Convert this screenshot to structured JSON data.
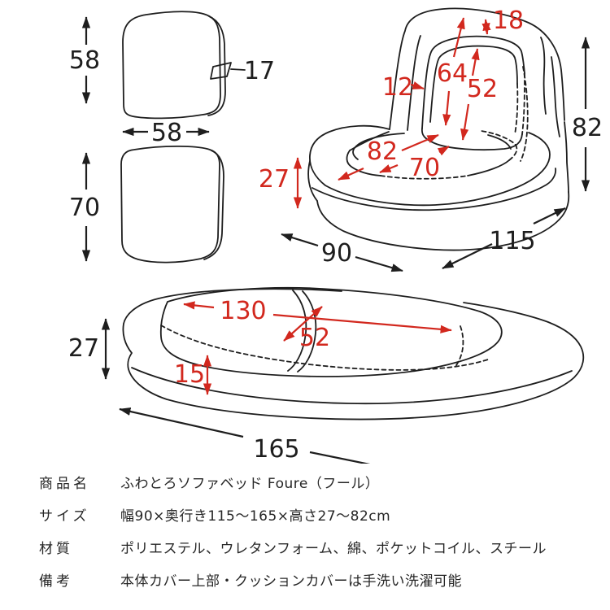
{
  "colors": {
    "dimension_red": "#d2281e",
    "line_black": "#1e1e1e"
  },
  "diagram": {
    "back_cushion": {
      "height": "58",
      "width": "58",
      "thickness": "17"
    },
    "seat_cushion": {
      "height": "70"
    },
    "sofa": {
      "back_top_depth": "18",
      "back_height": "64",
      "back_inner_height": "52",
      "back_side_width": "12",
      "seat_inner_width": "82",
      "seat_cushion_width": "70",
      "base_height": "27",
      "total_height": "82",
      "width": "90",
      "depth": "115"
    },
    "bed": {
      "sleeping_length": "130",
      "sleeping_width": "52",
      "height": "27",
      "mattress_thickness": "15",
      "total_length": "165"
    }
  },
  "spec_table": {
    "rows": [
      {
        "label": "商品名",
        "value": "ふわとろソファベッド Foure（フール）"
      },
      {
        "label": "サイズ",
        "value": "幅90×奥行き115～165×高さ27～82cm"
      },
      {
        "label": "材質",
        "value": "ポリエステル、ウレタンフォーム、綿、ポケットコイル、スチール"
      },
      {
        "label": "備考",
        "value": "本体カバー上部・クッションカバーは手洗い洗濯可能"
      }
    ]
  }
}
